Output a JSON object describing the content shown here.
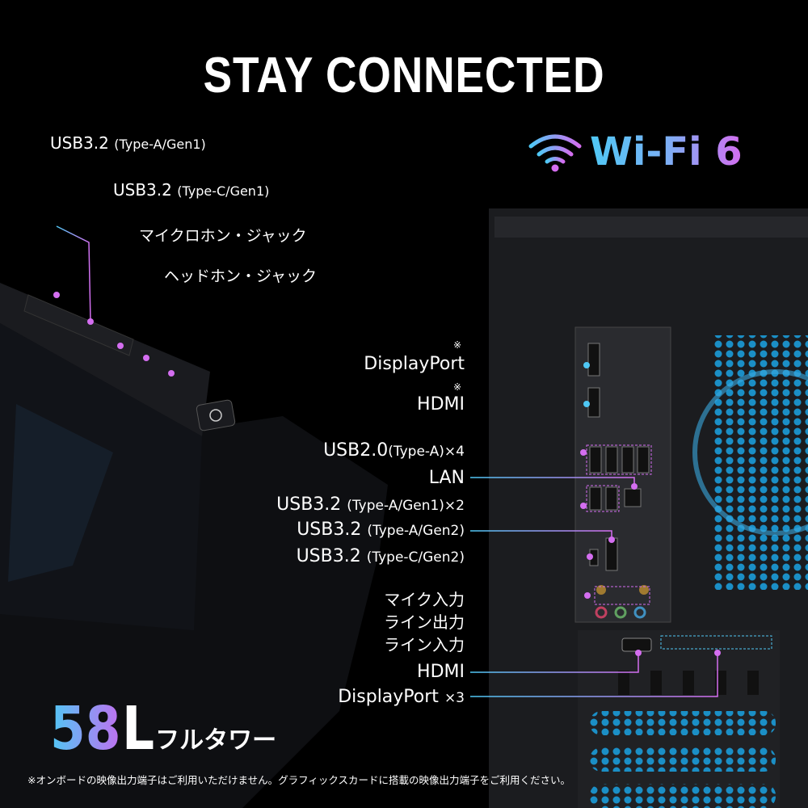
{
  "title": "STAY CONNECTED",
  "wifi": "Wi-Fi 6",
  "front_labels": {
    "usb_a": "USB3.2",
    "usb_a_sub": "(Type-A/Gen1)",
    "usb_c": "USB3.2",
    "usb_c_sub": "(Type-C/Gen1)",
    "mic": "マイクロホン・ジャック",
    "headphone": "ヘッドホン・ジャック"
  },
  "rear_labels": {
    "dp": "DisplayPort",
    "dp_mark": "※",
    "hdmi": "HDMI",
    "hdmi_mark": "※",
    "usb20": "USB2.0",
    "usb20_sub": "(Type-A)×4",
    "lan": "LAN",
    "usb32a1": "USB3.2",
    "usb32a1_sub": "(Type-A/Gen1)×2",
    "usb32a2": "USB3.2",
    "usb32a2_sub": "(Type-A/Gen2)",
    "usb32c2": "USB3.2",
    "usb32c2_sub": "(Type-C/Gen2)",
    "mic_in": "マイク入力",
    "line_out": "ライン出力",
    "line_in": "ライン入力",
    "gpu_hdmi": "HDMI",
    "gpu_dp": "DisplayPort",
    "gpu_dp_count": "×3"
  },
  "size": {
    "number": "58",
    "unit": "L",
    "type": "フルタワー"
  },
  "footnote": "※オンボードの映像出力端子はご利用いただけません。グラフィックスカードに搭載の映像出力端子をご利用ください。",
  "colors": {
    "cyan": "#4fc8f5",
    "magenta": "#d46ef0"
  }
}
